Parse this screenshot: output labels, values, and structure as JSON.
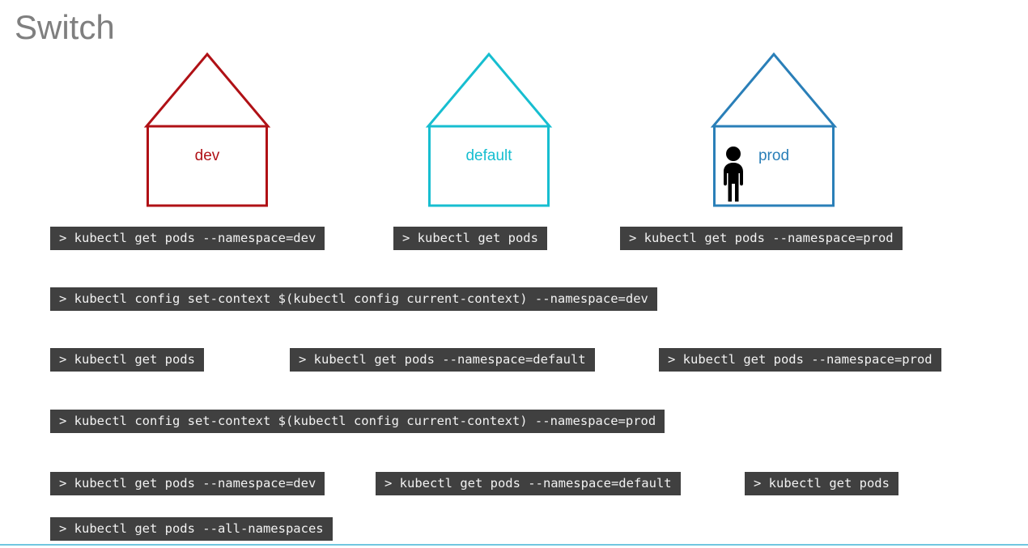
{
  "slide": {
    "title": "Switch",
    "background_color": "#ffffff",
    "accent_rule_color": "#71c7e0"
  },
  "houses": [
    {
      "id": "dev",
      "label": "dev",
      "color": "#b01116",
      "has_person": false
    },
    {
      "id": "default",
      "label": "default",
      "color": "#17bed0",
      "has_person": false
    },
    {
      "id": "prod",
      "label": "prod",
      "color": "#2a7fb8",
      "has_person": true,
      "person_color": "#000000"
    }
  ],
  "commands": {
    "row1": [
      {
        "id": "r1c1",
        "text": "> kubectl get pods --namespace=dev"
      },
      {
        "id": "r1c2",
        "text": "> kubectl get pods"
      },
      {
        "id": "r1c3",
        "text": "> kubectl get pods --namespace=prod"
      }
    ],
    "row2": [
      {
        "id": "r2c1",
        "text": "> kubectl config set-context $(kubectl config current-context) --namespace=dev"
      }
    ],
    "row3": [
      {
        "id": "r3c1",
        "text": "> kubectl get pods"
      },
      {
        "id": "r3c2",
        "text": "> kubectl get pods --namespace=default"
      },
      {
        "id": "r3c3",
        "text": "> kubectl get pods --namespace=prod"
      }
    ],
    "row4": [
      {
        "id": "r4c1",
        "text": "> kubectl config set-context $(kubectl config current-context) --namespace=prod"
      }
    ],
    "row5": [
      {
        "id": "r5c1",
        "text": "> kubectl get pods --namespace=dev"
      },
      {
        "id": "r5c2",
        "text": "> kubectl get pods --namespace=default"
      },
      {
        "id": "r5c3",
        "text": "> kubectl get pods"
      }
    ],
    "row6": [
      {
        "id": "r6c1",
        "text": "> kubectl get pods --all-namespaces"
      }
    ]
  },
  "terminal_style": {
    "background": "#404040",
    "text_color": "#f2f2f2"
  }
}
